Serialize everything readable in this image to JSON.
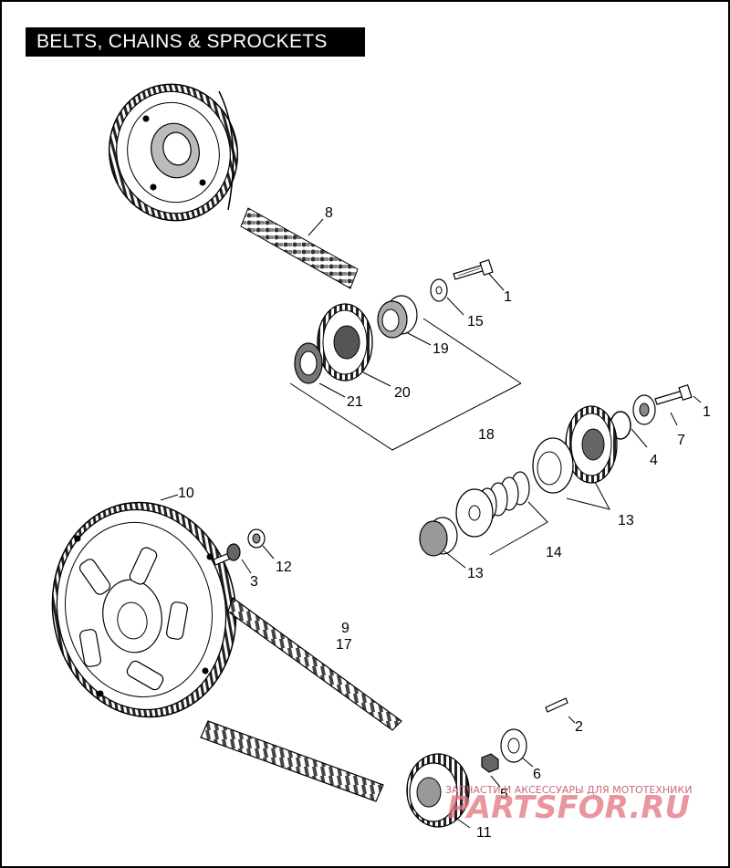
{
  "title": "BELTS, CHAINS & SPROCKETS",
  "callouts": [
    "1",
    "15",
    "19",
    "20",
    "21",
    "18",
    "8",
    "1",
    "7",
    "4",
    "13",
    "14",
    "13",
    "10",
    "3",
    "12",
    "9",
    "17",
    "2",
    "6",
    "5",
    "11"
  ],
  "watermark": {
    "tagline": "ЗАПЧАСТИ И АКСЕССУАРЫ ДЛЯ МОТОТЕХНИКИ",
    "brand": "PARTSFOR.RU"
  }
}
